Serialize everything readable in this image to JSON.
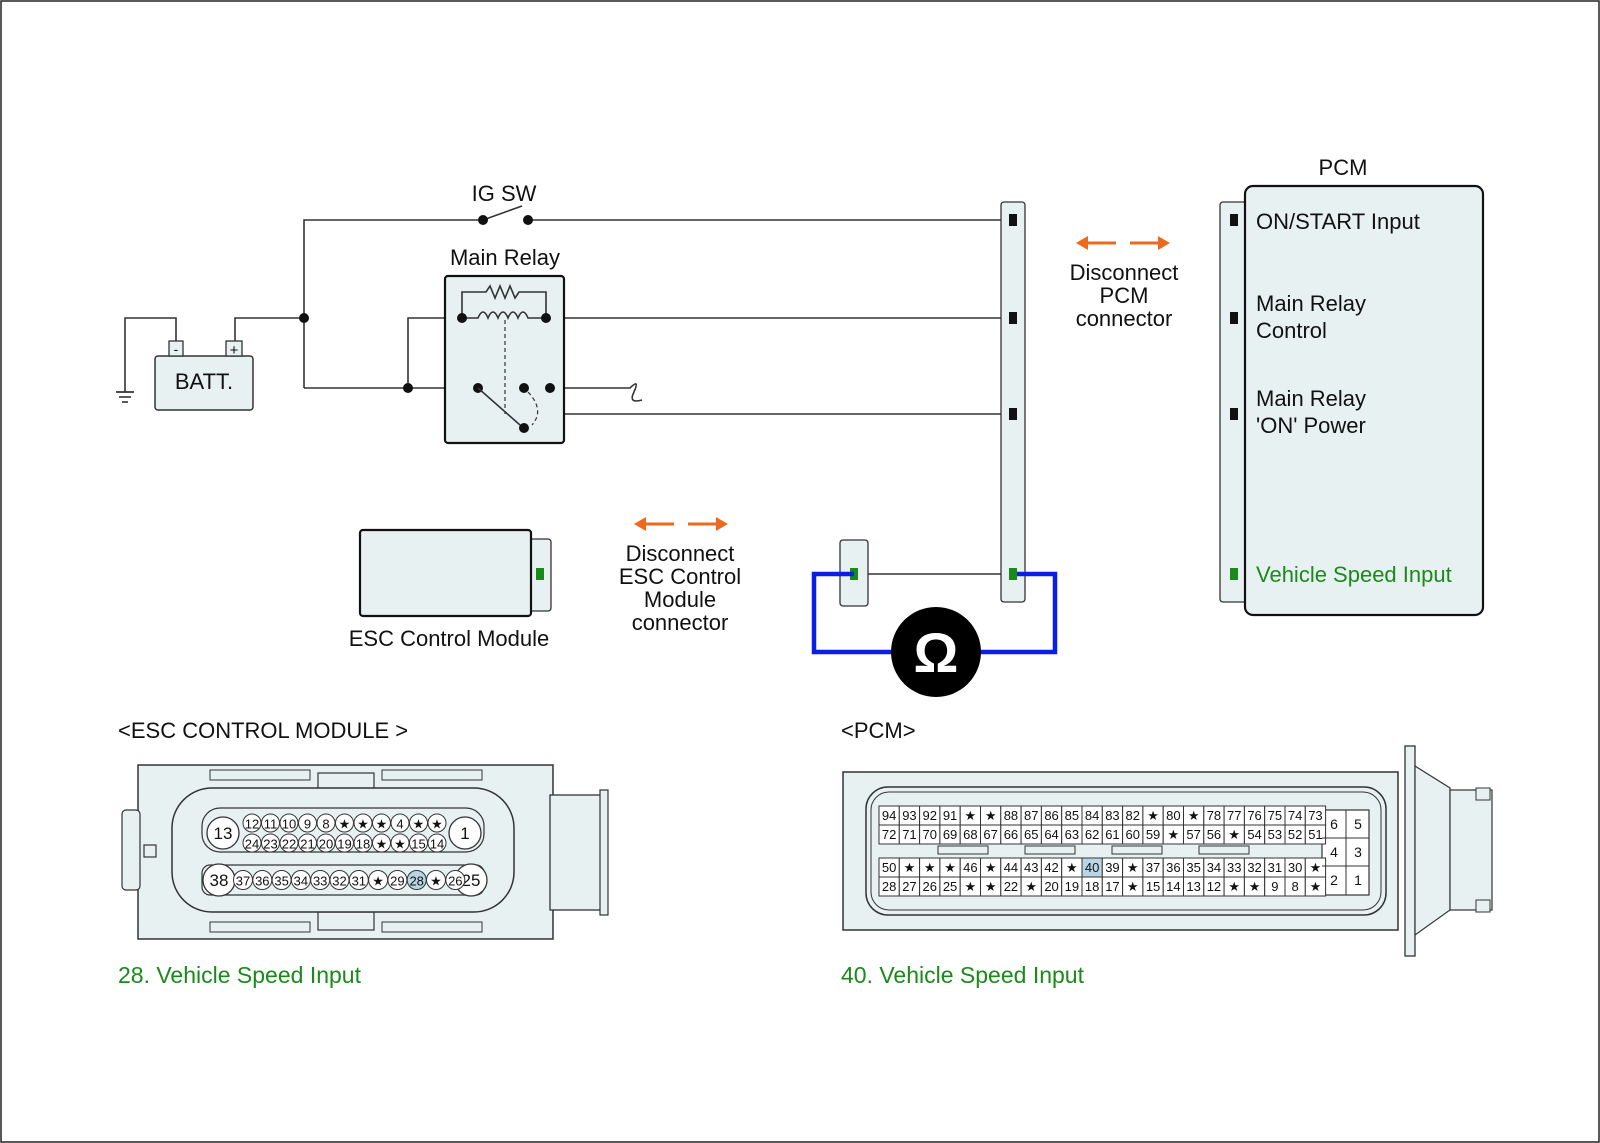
{
  "colors": {
    "wire": "#333333",
    "panel_fill": "#e8f1f1",
    "green": "#1a8a1a",
    "blue": "#0a1ee6",
    "orange": "#ec6a1e",
    "highlight": "#b9d6e6"
  },
  "labels": {
    "ig_sw": "IG SW",
    "main_relay": "Main Relay",
    "batt": "BATT.",
    "batt_minus": "-",
    "batt_plus": "+",
    "pcm": "PCM",
    "pcm_inputs": {
      "on_start": "ON/START Input",
      "relay_ctrl_1": "Main Relay",
      "relay_ctrl_2": "Control",
      "relay_on_1": "Main Relay",
      "relay_on_2": "'ON' Power",
      "vehicle_speed": "Vehicle Speed Input"
    },
    "disconnect_pcm": [
      "Disconnect",
      "PCM",
      "connector"
    ],
    "disconnect_esc": [
      "Disconnect",
      "ESC Control",
      "Module",
      "connector"
    ],
    "esc_module": "ESC Control Module",
    "ohm": "Ω",
    "esc_connector_title": "<ESC CONTROL MODULE >",
    "pcm_connector_title": "<PCM>",
    "esc_pin_note": "28. Vehicle Speed Input",
    "pcm_pin_note": "40. Vehicle Speed Input"
  },
  "esc_connector": {
    "big_top_left": "13",
    "big_top_right": "1",
    "big_bottom_left": "38",
    "big_bottom_right": "25",
    "row1": [
      "12",
      "11",
      "10",
      "9",
      "8",
      "★",
      "★",
      "★",
      "4",
      "★",
      "★"
    ],
    "row2": [
      "24",
      "23",
      "22",
      "21",
      "20",
      "19",
      "18",
      "★",
      "★",
      "15",
      "14"
    ],
    "row3": [
      "37",
      "36",
      "35",
      "34",
      "33",
      "32",
      "31",
      "★",
      "29",
      "28",
      "★",
      "26"
    ],
    "highlight_pin": "28"
  },
  "pcm_connector": {
    "row1": [
      "94",
      "93",
      "92",
      "91",
      "★",
      "★",
      "88",
      "87",
      "86",
      "85",
      "84",
      "83",
      "82",
      "★",
      "80",
      "★",
      "78",
      "77",
      "76",
      "75",
      "74",
      "73"
    ],
    "row2": [
      "72",
      "71",
      "70",
      "69",
      "68",
      "67",
      "66",
      "65",
      "64",
      "63",
      "62",
      "61",
      "60",
      "59",
      "★",
      "57",
      "56",
      "★",
      "54",
      "53",
      "52",
      "51"
    ],
    "row3": [
      "50",
      "★",
      "★",
      "★",
      "46",
      "★",
      "44",
      "43",
      "42",
      "★",
      "40",
      "39",
      "★",
      "37",
      "36",
      "35",
      "34",
      "33",
      "32",
      "31",
      "30",
      "★"
    ],
    "row4": [
      "28",
      "27",
      "26",
      "25",
      "★",
      "★",
      "22",
      "★",
      "20",
      "19",
      "18",
      "17",
      "★",
      "15",
      "14",
      "13",
      "12",
      "★",
      "★",
      "9",
      "8",
      "★"
    ],
    "small_block": [
      [
        "6",
        "5"
      ],
      [
        "4",
        "3"
      ],
      [
        "2",
        "1"
      ]
    ],
    "highlight_pin": "40"
  }
}
